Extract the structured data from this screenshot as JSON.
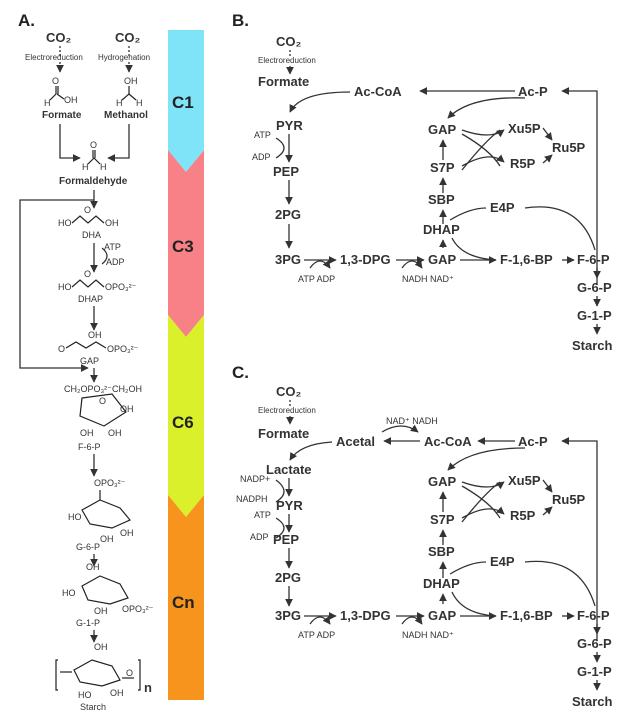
{
  "panels": {
    "a": "A.",
    "b": "B.",
    "c": "C."
  },
  "bands": {
    "c1": "C1",
    "c3": "C3",
    "c6": "C6",
    "cn": "Cn",
    "colors": {
      "c1": "#80e4f8",
      "c3": "#f78187",
      "c6": "#d9f02a",
      "cn": "#f7941d"
    }
  },
  "panel_a": {
    "co2_left": "CO₂",
    "co2_right": "CO₂",
    "electroreduction": "Electroreduction",
    "hydrogenation": "Hydrogenation",
    "formate": "Formate",
    "methanol": "Methanol",
    "formaldehyde": "Formaldehyde",
    "dha": "DHA",
    "atp": "ATP",
    "adp": "ADP",
    "dhap": "DHAP",
    "gap": "GAP",
    "f6p": "F-6-P",
    "g6p": "G-6-P",
    "g1p": "G-1-P",
    "starch": "Starch",
    "n": "n",
    "opo3": "OPO₃²⁻",
    "ch2opo3": "CH₂OPO₃²⁻",
    "ch2oh": "CH₂OH",
    "oh": "OH",
    "ho": "HO",
    "h": "H",
    "o": "O"
  },
  "panel_b": {
    "co2": "CO₂",
    "electroreduction": "Electroreduction",
    "formate": "Formate",
    "accoa": "Ac-CoA",
    "acp": "Ac-P",
    "pyr": "PYR",
    "atp": "ATP",
    "adp": "ADP",
    "pep": "PEP",
    "pg2": "2PG",
    "pg3": "3PG",
    "dpg": "1,3-DPG",
    "gap_bottom": "GAP",
    "f16bp": "F-1,6-BP",
    "f6p": "F-6-P",
    "g6p": "G-6-P",
    "g1p": "G-1-P",
    "starch": "Starch",
    "gap_top": "GAP",
    "s7p": "S7P",
    "sbp": "SBP",
    "dhap": "DHAP",
    "xu5p": "Xu5P",
    "r5p": "R5P",
    "ru5p": "Ru5P",
    "e4p": "E4P",
    "atp_adp": "ATP ADP",
    "nadh_nad": "NADH NAD⁺"
  },
  "panel_c": {
    "co2": "CO₂",
    "electroreduction": "Electroreduction",
    "formate": "Formate",
    "acetal": "Acetal",
    "accoa": "Ac-CoA",
    "acp": "Ac-P",
    "nad_nadh": "NAD⁺ NADH",
    "lactate": "Lactate",
    "nadp": "NADP+",
    "nadph": "NADPH",
    "pyr": "PYR",
    "atp": "ATP",
    "adp": "ADP",
    "pep": "PEP",
    "pg2": "2PG",
    "pg3": "3PG",
    "dpg": "1,3-DPG",
    "gap_bottom": "GAP",
    "f16bp": "F-1,6-BP",
    "f6p": "F-6-P",
    "g6p": "G-6-P",
    "g1p": "G-1-P",
    "starch": "Starch",
    "gap_top": "GAP",
    "s7p": "S7P",
    "sbp": "SBP",
    "dhap": "DHAP",
    "xu5p": "Xu5P",
    "r5p": "R5P",
    "ru5p": "Ru5P",
    "e4p": "E4P",
    "atp_adp": "ATP ADP",
    "nadh_nad": "NADH NAD⁺"
  }
}
